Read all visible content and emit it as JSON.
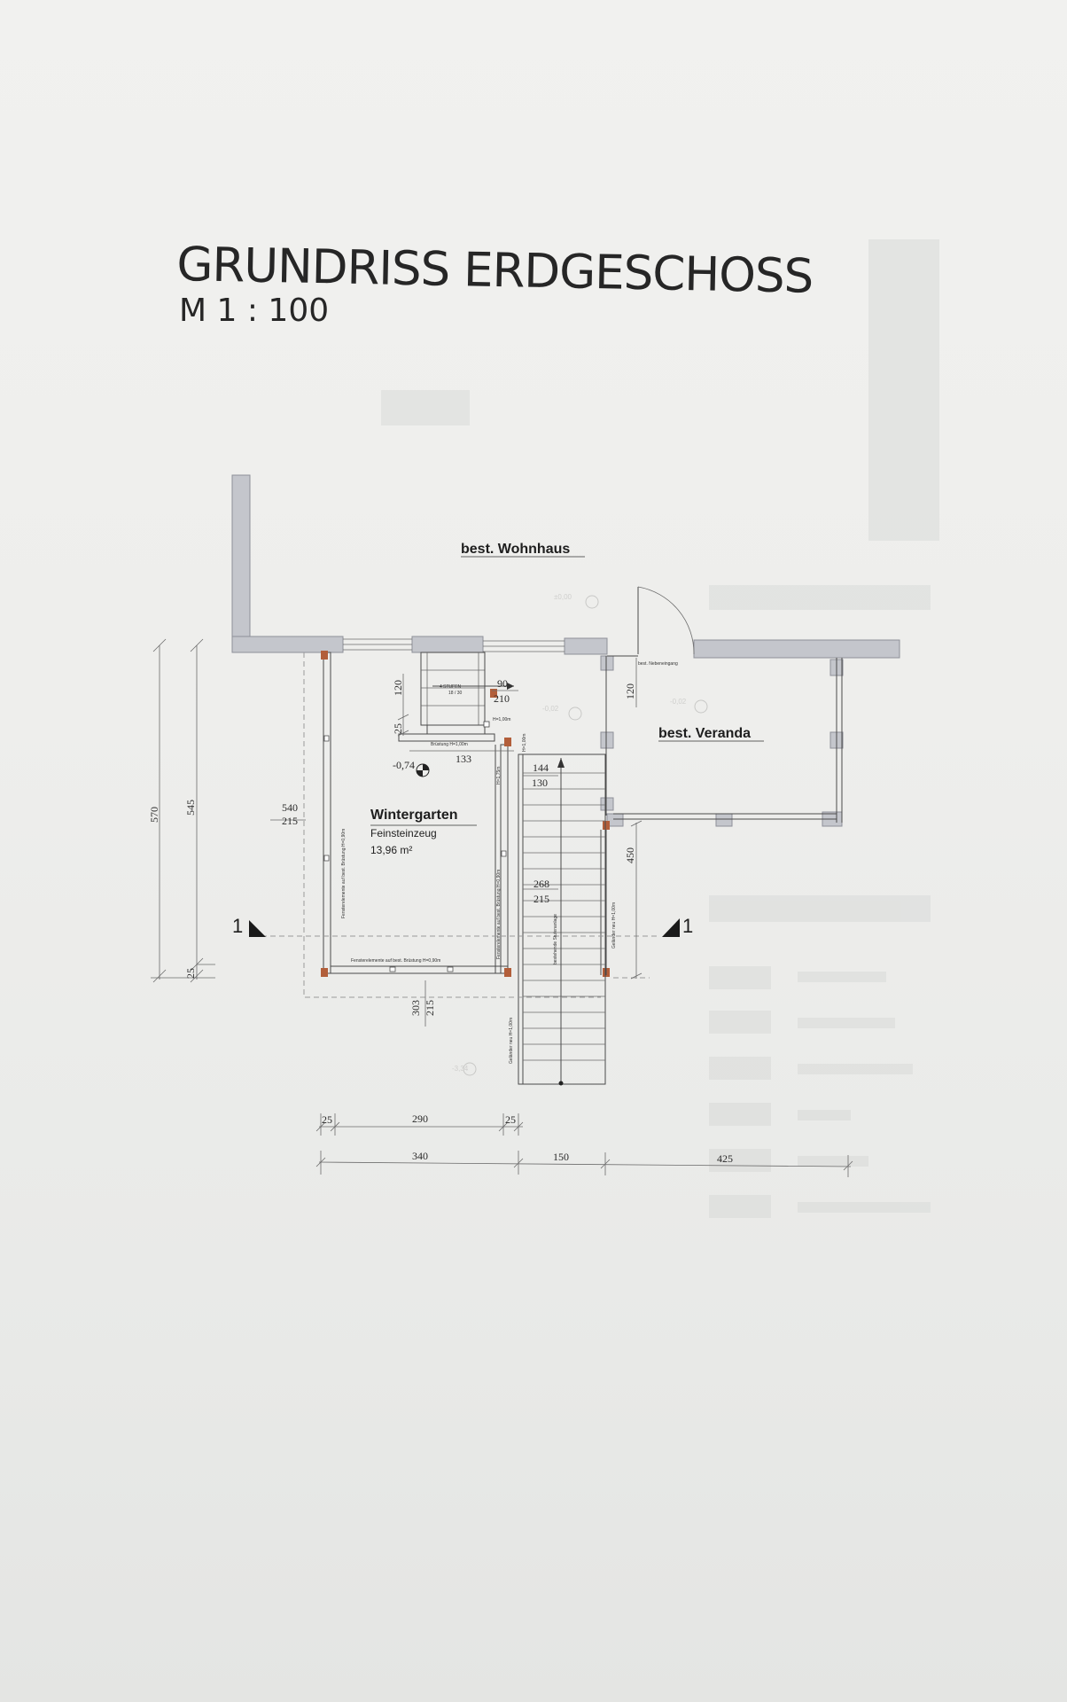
{
  "header": {
    "title": "GRUNDRISS ERDGESCHOSS",
    "scale": "M 1 : 100"
  },
  "rooms": {
    "wohnhaus": "best. Wohnhaus",
    "veranda": "best. Veranda",
    "wintergarten": "Wintergarten",
    "floor_material": "Feinsteinzeug",
    "area": "13,96 m²",
    "nebeneingang": "best. Nebeneingang"
  },
  "stair": {
    "steps": "4 STUFEN",
    "step_size": "18 / 30",
    "existing_stair": "bestehende Stufenanlage"
  },
  "notes": {
    "bruestung_top": "Brüstung H=1,00m",
    "h100_a": "H=1,00m",
    "h100_b": "H=1,00m",
    "h075": "H=1,75m",
    "fenster_left": "Fensterelemente auf best. Brüstung H=0,90m",
    "fenster_bottom": "Fensterelemente auf best. Brüstung H=0,90m",
    "fenster_right": "Fensterelemente auf best. Brüstung H=0,90m",
    "gelaender_right": "Geländer neu H=1,00m",
    "gelaender_bottom": "Geländer neu H=1,00m"
  },
  "levels": {
    "main": "-0,74",
    "faint_1": "±0,00",
    "faint_2": "-0,02",
    "faint_3": "-0,02",
    "faint_4": "-3,34"
  },
  "section": {
    "left": "1",
    "right": "1"
  },
  "dimensions": {
    "v_570": "570",
    "v_545": "545",
    "v_25": "25",
    "v_120_stair": "120",
    "v_25_stair": "25",
    "v_120_door": "120",
    "v_450": "450",
    "v_303": "303",
    "v_215": "215",
    "opening_540": "540",
    "opening_540_h": "215",
    "opening_90": "90",
    "opening_210": "210",
    "d_133": "133",
    "d_144": "144",
    "d_130": "130",
    "d_268": "268",
    "d_268_h": "215",
    "b_25_left": "25",
    "b_290": "290",
    "b_25_right": "25",
    "b_340": "340",
    "b_150": "150",
    "b_425": "425"
  }
}
